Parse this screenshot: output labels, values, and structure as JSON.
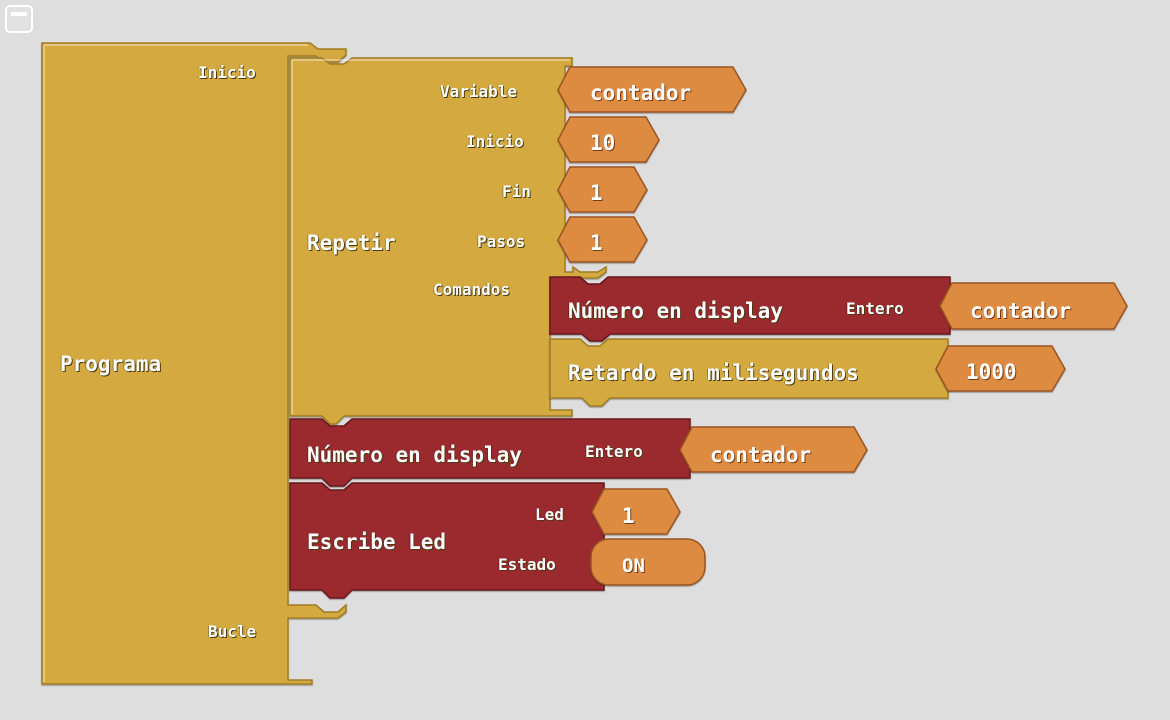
{
  "colors": {
    "background": "#dedede",
    "program_block": "#d4aa3f",
    "display_block": "#9a2a2e",
    "value_block": "#de8b43"
  },
  "toolbar": {
    "menu_icon": "window-icon"
  },
  "programa": {
    "label": "Programa",
    "inicio_label": "Inicio",
    "bucle_label": "Bucle"
  },
  "repetir": {
    "label": "Repetir",
    "variable_label": "Variable",
    "variable_value": "contador",
    "inicio_label": "Inicio",
    "inicio_value": "10",
    "fin_label": "Fin",
    "fin_value": "1",
    "pasos_label": "Pasos",
    "pasos_value": "1",
    "comandos_label": "Comandos"
  },
  "numero_display_inner": {
    "label": "Número en display",
    "entero_label": "Entero",
    "entero_value": "contador"
  },
  "retardo": {
    "label": "Retardo en milisegundos",
    "value": "1000"
  },
  "numero_display_outer": {
    "label": "Número en display",
    "entero_label": "Entero",
    "entero_value": "contador"
  },
  "escribe_led": {
    "label": "Escribe Led",
    "led_label": "Led",
    "led_value": "1",
    "estado_label": "Estado",
    "estado_value": "ON"
  }
}
